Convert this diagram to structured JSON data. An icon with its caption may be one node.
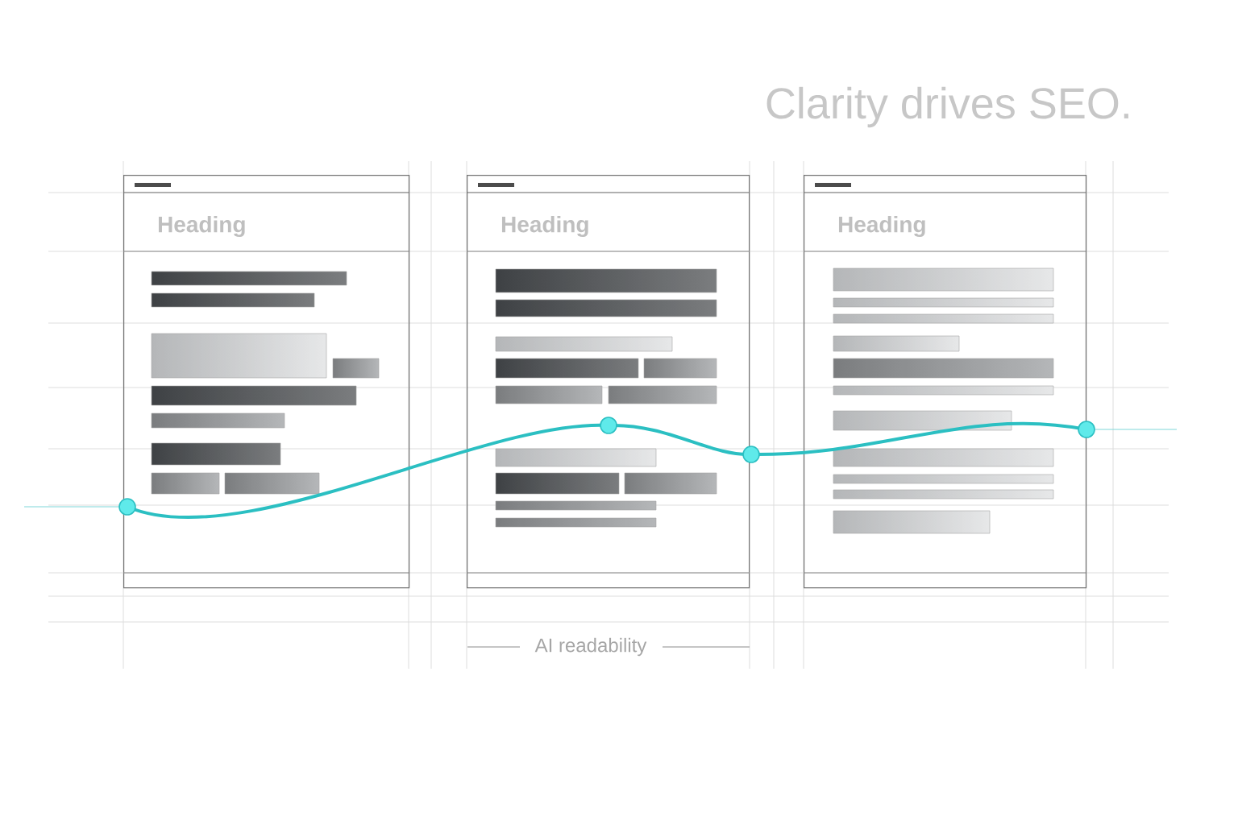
{
  "diagram": {
    "title": "Clarity drives SEO.",
    "nodes": [
      {
        "text": [
          "Heading"
        ]
      },
      {
        "text": [
          "Heading"
        ]
      },
      {
        "text": [
          "Heading"
        ]
      }
    ],
    "labels": [
      "AI readability"
    ]
  }
}
